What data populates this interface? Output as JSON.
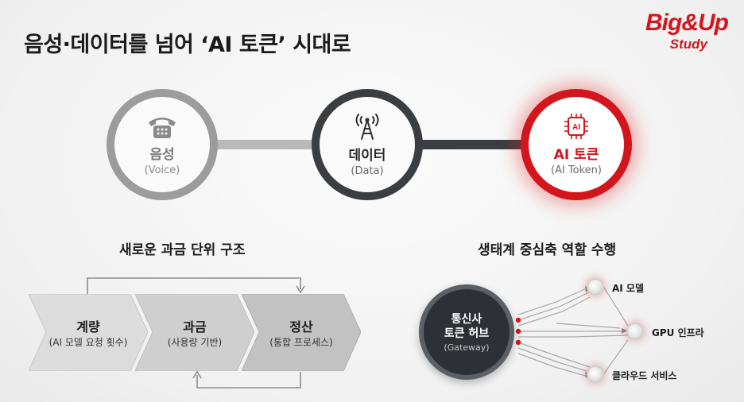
{
  "title": "음성·데이터를 넘어 ‘AI 토큰’ 시대로",
  "logo": {
    "line1": "Big&Up",
    "line2": "Study"
  },
  "evolution": [
    {
      "label": "음성",
      "sub": "(Voice)",
      "icon": "telephone-icon"
    },
    {
      "label": "데이터",
      "sub": "(Data)",
      "icon": "cell-tower-icon"
    },
    {
      "label": "AI 토큰",
      "sub": "(AI Token)",
      "icon": "ai-chip-icon",
      "chip_text": "AI"
    }
  ],
  "left_section": {
    "title": "새로운 과금 단위 구조",
    "steps": [
      {
        "label": "계량",
        "sub": "(AI 모델 요청 횟수)"
      },
      {
        "label": "과금",
        "sub": "(사용량 기반)"
      },
      {
        "label": "정산",
        "sub": "(통합 프로세스)"
      }
    ]
  },
  "right_section": {
    "title": "생태계 중심축 역할 수행",
    "hub": {
      "line1": "통신사",
      "line2": "토큰 허브",
      "sub": "(Gateway)"
    },
    "nodes": [
      {
        "label": "AI 모델"
      },
      {
        "label": "GPU 인프라"
      },
      {
        "label": "클라우드 서비스"
      }
    ]
  },
  "colors": {
    "accent": "#d3161c",
    "dark": "#2d3035",
    "gray": "#9c9c9c"
  }
}
